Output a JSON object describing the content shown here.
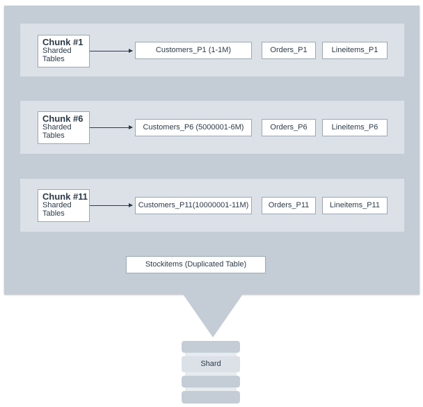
{
  "chunks": [
    {
      "title": "Chunk #1",
      "sub1": "Sharded",
      "sub2": "Tables",
      "customers": "Customers_P1 (1-1M)",
      "orders": "Orders_P1",
      "lineitems": "Lineitems_P1"
    },
    {
      "title": "Chunk #6",
      "sub1": "Sharded",
      "sub2": "Tables",
      "customers": "Customers_P6 (5000001-6M)",
      "orders": "Orders_P6",
      "lineitems": "Lineitems_P6"
    },
    {
      "title": "Chunk #11",
      "sub1": "Sharded",
      "sub2": "Tables",
      "customers": "Customers_P11(10000001-11M)",
      "orders": "Orders_P11",
      "lineitems": "Lineitems_P11"
    }
  ],
  "duplicated": "Stockitems (Duplicated Table)",
  "shard_label": "Shard",
  "colors": {
    "outer": "#c4cdd6",
    "band": "#dbe1e7",
    "box_border": "#9aa7b3",
    "text": "#2b3a48"
  }
}
